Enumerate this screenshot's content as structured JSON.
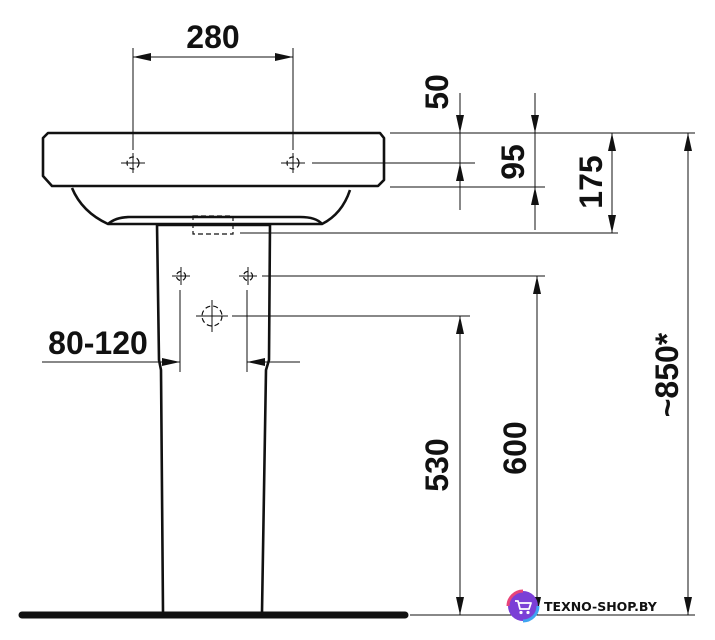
{
  "dimensions": {
    "tap_spacing": "280",
    "rim_to_tap": "50",
    "tap_to_bottom": "95",
    "rim_to_waste": "175",
    "rim_height": "~850*",
    "pedestal_width": "80-120",
    "waste_height": "530",
    "supply_height": "600"
  },
  "watermark": {
    "text": "TEXNO-SHOP.BY",
    "icon": "cart-icon"
  }
}
